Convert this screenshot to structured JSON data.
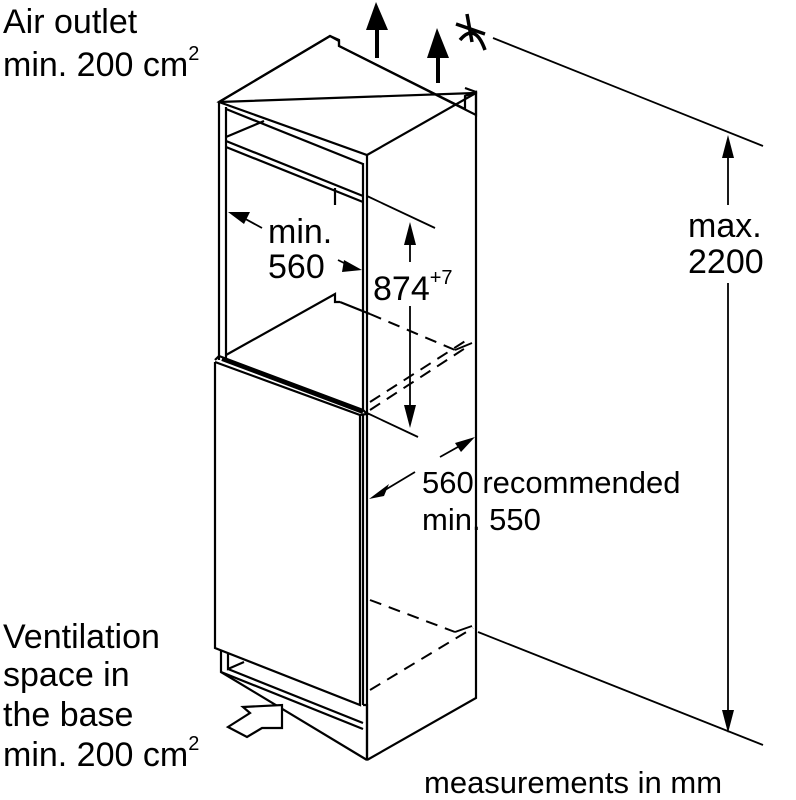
{
  "title": "Built-in installation dimensions",
  "labels": {
    "air_outlet_line1": "Air outlet",
    "air_outlet_line2": "min. 200 cm",
    "air_outlet_sup": "2",
    "niche_width_line1": "min.",
    "niche_width_line2": "560",
    "niche_height_value": "874",
    "niche_height_tolerance": "+7",
    "max_height_line1": "max.",
    "max_height_line2": "2200",
    "depth_line1": "560 recommended",
    "depth_line2": "min. 550",
    "ventilation_line1": "Ventilation",
    "ventilation_line2": "space in",
    "ventilation_line3": "the base",
    "ventilation_line4": "min. 200 cm",
    "ventilation_sup": "2",
    "units_note": "measurements in mm"
  },
  "dimensions": {
    "niche_width_min_mm": 560,
    "niche_height_mm": 874,
    "niche_height_tolerance_mm": 7,
    "cabinet_height_max_mm": 2200,
    "depth_recommended_mm": 560,
    "depth_min_mm": 550,
    "air_outlet_min_cm2": 200,
    "base_ventilation_min_cm2": 200
  },
  "icons": {
    "air_flow_up": "arrow-up",
    "air_flow_in": "outline-arrow",
    "alignment_mark": "alignment-symbol"
  }
}
